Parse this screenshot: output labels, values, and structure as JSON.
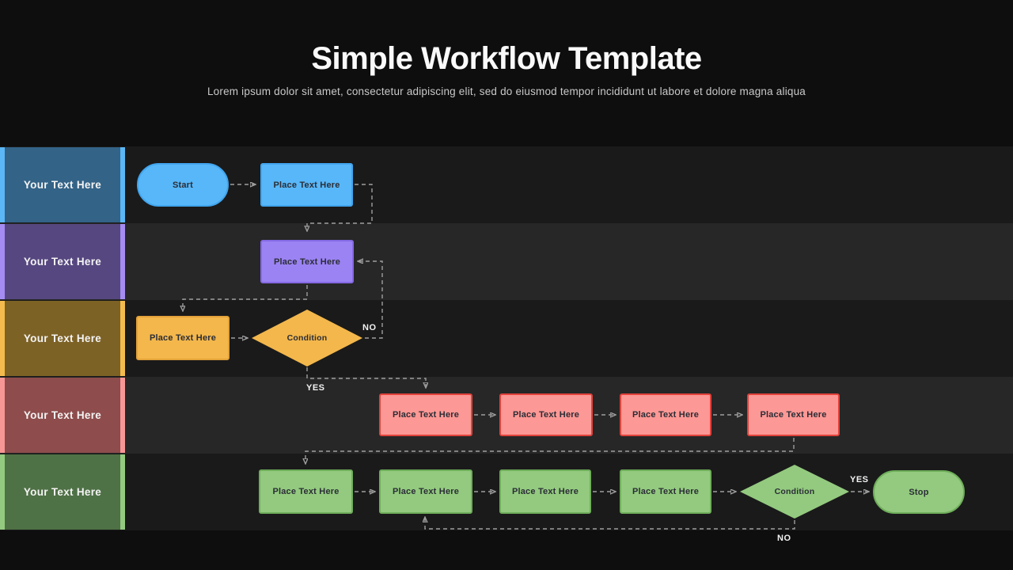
{
  "header": {
    "title": "Simple Workflow Template",
    "subtitle": "Lorem ipsum dolor sit amet, consectetur adipiscing elit, sed do eiusmod tempor incididunt ut labore et dolore magna aliqua"
  },
  "lanes": [
    {
      "label": "Your Text Here",
      "stripe": "#5bb7f5",
      "fill": "#336387"
    },
    {
      "label": "Your Text Here",
      "stripe": "#a48cf2",
      "fill": "#564780"
    },
    {
      "label": "Your Text Here",
      "stripe": "#f3bb4e",
      "fill": "#7d6226"
    },
    {
      "label": "Your Text Here",
      "stripe": "#f79795",
      "fill": "#8e4c4c"
    },
    {
      "label": "Your Text Here",
      "stripe": "#94ca80",
      "fill": "#4f7146"
    }
  ],
  "flowchart": {
    "nodes": [
      {
        "label": "Start",
        "type": "terminator",
        "fill": "#58b7f8",
        "border": "#41a5ee"
      },
      {
        "label": "Place Text Here",
        "type": "process",
        "fill": "#58b7f8",
        "border": "#41a5ee"
      },
      {
        "label": "Place Text Here",
        "type": "process",
        "fill": "#9b83f3",
        "border": "#8569e3"
      },
      {
        "label": "Place Text Here",
        "type": "process",
        "fill": "#f3b74b",
        "border": "#e3a239"
      },
      {
        "label": "Condition",
        "type": "decision",
        "fill": "#f3b74b"
      },
      {
        "label": "Place Text Here",
        "type": "process",
        "fill": "#fc9895",
        "border": "#e2423b"
      },
      {
        "label": "Place Text Here",
        "type": "process",
        "fill": "#fc9895",
        "border": "#e2423b"
      },
      {
        "label": "Place Text Here",
        "type": "process",
        "fill": "#fc9895",
        "border": "#e2423b"
      },
      {
        "label": "Place Text Here",
        "type": "process",
        "fill": "#fc9895",
        "border": "#e2423b"
      },
      {
        "label": "Place Text Here",
        "type": "process",
        "fill": "#93ca7f",
        "border": "#6fae5a"
      },
      {
        "label": "Place Text Here",
        "type": "process",
        "fill": "#93ca7f",
        "border": "#6fae5a"
      },
      {
        "label": "Place Text Here",
        "type": "process",
        "fill": "#93ca7f",
        "border": "#6fae5a"
      },
      {
        "label": "Place Text Here",
        "type": "process",
        "fill": "#93ca7f",
        "border": "#6fae5a"
      },
      {
        "label": "Condition",
        "type": "decision",
        "fill": "#93ca7f"
      },
      {
        "label": "Stop",
        "type": "terminator",
        "fill": "#93ca7f",
        "border": "#6fae5a"
      }
    ],
    "edge_labels": [
      {
        "text": "NO"
      },
      {
        "text": "YES"
      },
      {
        "text": "YES"
      },
      {
        "text": "NO"
      }
    ]
  }
}
